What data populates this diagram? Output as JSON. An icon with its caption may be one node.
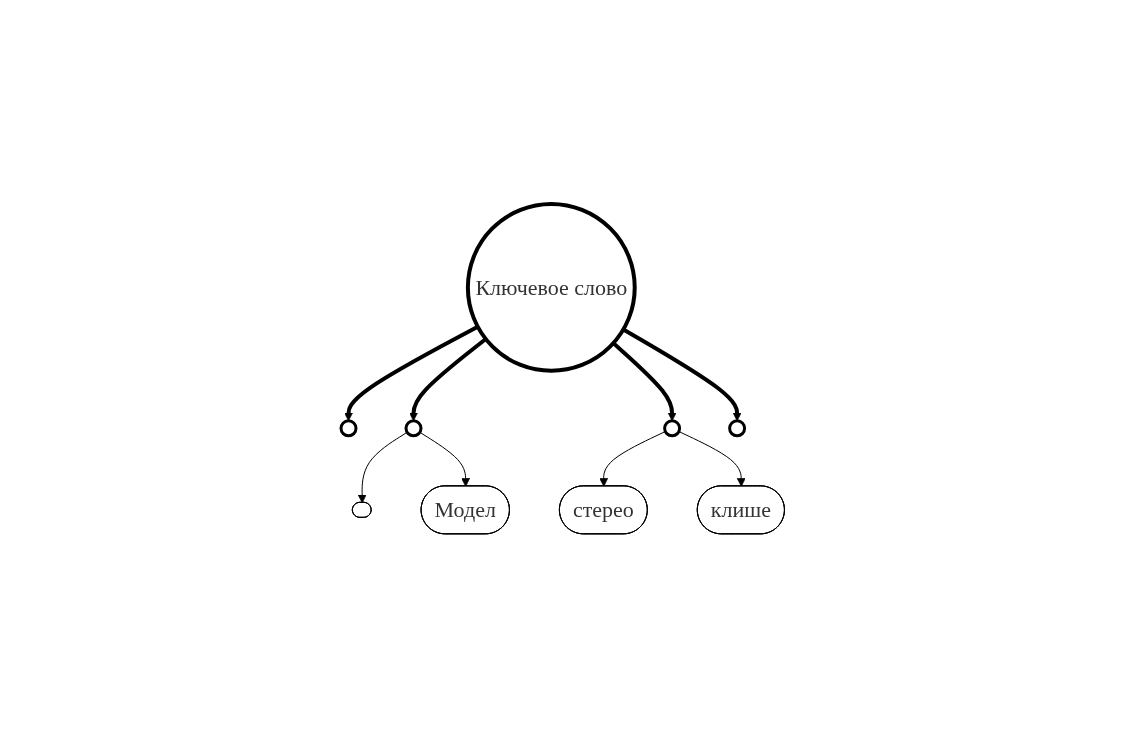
{
  "diagram": {
    "nodes": [
      {
        "text": [],
        "shape": "circle"
      },
      {
        "text": [
          "стерео"
        ]
      },
      {
        "text": [],
        "shape": "circle"
      },
      {
        "text": [
          "Ключевое слово"
        ]
      },
      {
        "text": [],
        "shape": "circle"
      },
      {
        "text": [],
        "shape": "ellipse"
      },
      {
        "text": [
          "Модел"
        ]
      },
      {
        "text": [
          "клише"
        ]
      },
      {
        "text": [],
        "shape": "circle"
      }
    ],
    "edges": [
      {
        "from": 3,
        "to": 0,
        "arrow": "to",
        "style": "thick"
      },
      {
        "from": 3,
        "to": 2,
        "arrow": "to",
        "style": "thick"
      },
      {
        "from": 3,
        "to": 4,
        "arrow": "to",
        "style": "thick"
      },
      {
        "from": 3,
        "to": 8,
        "arrow": "to",
        "style": "thick"
      },
      {
        "from": 4,
        "to": 1,
        "arrow": "to"
      },
      {
        "from": 4,
        "to": 7,
        "arrow": "to"
      },
      {
        "from": 2,
        "to": 5,
        "arrow": "to"
      },
      {
        "from": 2,
        "to": 6,
        "arrow": "to"
      }
    ]
  }
}
